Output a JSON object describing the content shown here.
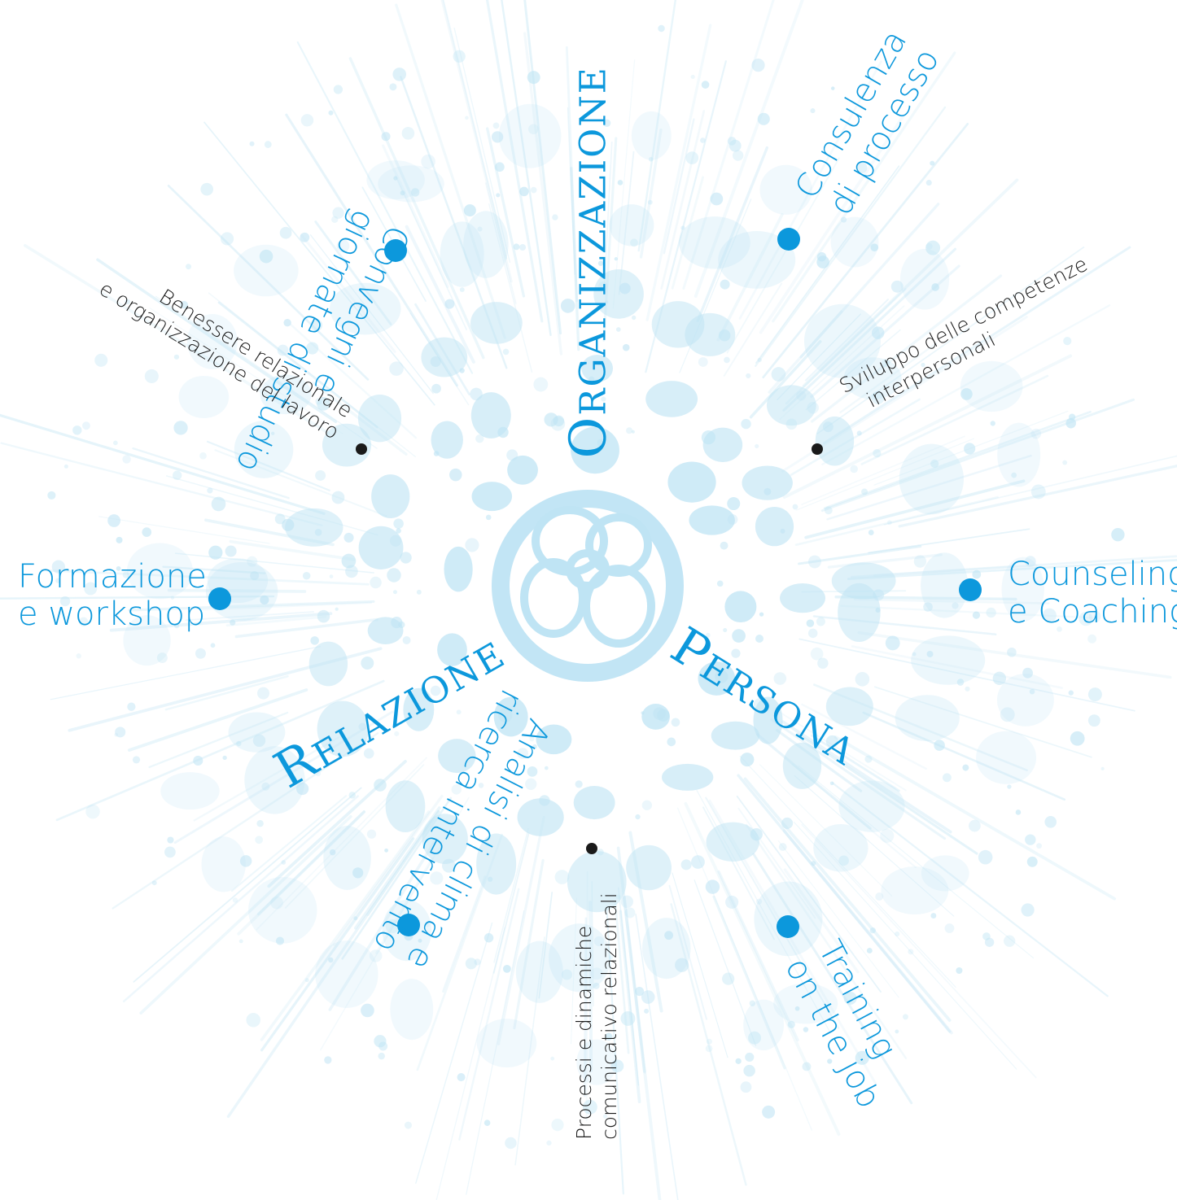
{
  "colors": {
    "accent": "#0c98dc",
    "ink": "#1a1a1a",
    "splash": "#bfe4f4"
  },
  "core": {
    "organizzazione": "Organizzazione",
    "relazione": "Relazione",
    "persona": "Persona"
  },
  "services": {
    "convegni": [
      "Convegni e",
      "giornate di studio"
    ],
    "consulenza": [
      "Consulenza",
      "di processo"
    ],
    "formazione": [
      "Formazione",
      "e workshop"
    ],
    "counseling": [
      "Counseling",
      "e Coaching"
    ],
    "analisi": [
      "Analisi di clima e",
      "ricerca intervento"
    ],
    "training": [
      "Training",
      "on the job"
    ]
  },
  "themes": {
    "benessere": [
      "Benessere relazionale",
      "e organizzazione del lavoro"
    ],
    "sviluppo": [
      "Sviluppo delle competenze",
      "interpersonali"
    ],
    "processi": [
      "Processi e dinamiche",
      "comunicativo relazionali"
    ]
  }
}
